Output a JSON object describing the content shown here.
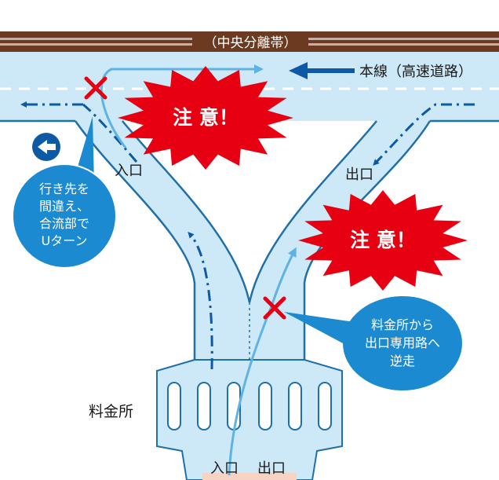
{
  "median_label": "（中央分離帯）",
  "mainline_label": "本線（高速道路）",
  "entrance_label": "入口",
  "exit_label": "出口",
  "caution_label": "注 意！",
  "wrong_turn_callout": [
    "行き先を",
    "間違え、",
    "合流部で",
    "Uターン"
  ],
  "wrong_way_callout": [
    "料金所から",
    "出口専用路へ",
    "逆走"
  ],
  "tollgate_label": "料金所",
  "bottom_entrance_label": "入口",
  "bottom_exit_label": "出口",
  "colors": {
    "road": "#cde9f7",
    "road_edge": "#1f6fa8",
    "median": "#6b3a20",
    "arrow_blue": "#0c5aa6",
    "arrow_light": "#5fb3e3",
    "danger_red": "#e60012",
    "callout_blue": "#1b8ad1"
  }
}
